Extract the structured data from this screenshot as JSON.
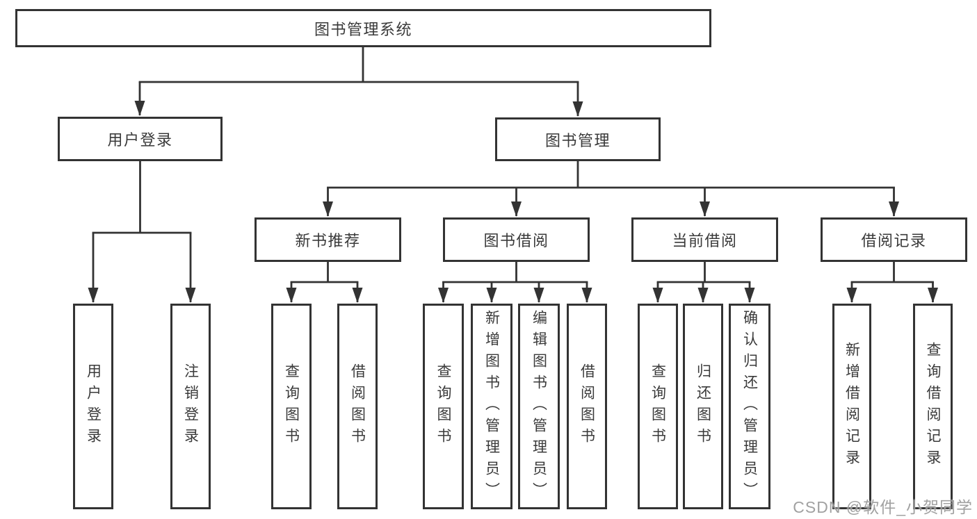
{
  "diagram_title": "图书管理系统",
  "nodes": {
    "root": {
      "label": "图书管理系统"
    },
    "user_login": {
      "label": "用户登录"
    },
    "book_mgmt": {
      "label": "图书管理"
    },
    "new_book_rec": {
      "label": "新书推荐"
    },
    "book_borrow": {
      "label": "图书借阅"
    },
    "current_borrow": {
      "label": "当前借阅"
    },
    "borrow_record": {
      "label": "借阅记录"
    },
    "ul_login": {
      "label": "用户登录"
    },
    "ul_logout": {
      "label": "注销登录"
    },
    "nb_query": {
      "label": "查询图书"
    },
    "nb_borrow": {
      "label": "借阅图书"
    },
    "bb_query": {
      "label": "查询图书"
    },
    "bb_add": {
      "label": "新增图书（管理员）"
    },
    "bb_edit": {
      "label": "编辑图书（管理员）"
    },
    "bb_borrow": {
      "label": "借阅图书"
    },
    "cb_query": {
      "label": "查询图书"
    },
    "cb_return": {
      "label": "归还图书"
    },
    "cb_confirm": {
      "label": "确认归还（管理员）"
    },
    "br_add": {
      "label": "新增借阅记录"
    },
    "br_query": {
      "label": "查询借阅记录"
    }
  },
  "tree": {
    "id": "root",
    "children": [
      {
        "id": "user_login",
        "children": [
          {
            "id": "ul_login"
          },
          {
            "id": "ul_logout"
          }
        ]
      },
      {
        "id": "book_mgmt",
        "children": [
          {
            "id": "new_book_rec",
            "children": [
              {
                "id": "nb_query"
              },
              {
                "id": "nb_borrow"
              }
            ]
          },
          {
            "id": "book_borrow",
            "children": [
              {
                "id": "bb_query"
              },
              {
                "id": "bb_add"
              },
              {
                "id": "bb_edit"
              },
              {
                "id": "bb_borrow"
              }
            ]
          },
          {
            "id": "current_borrow",
            "children": [
              {
                "id": "cb_query"
              },
              {
                "id": "cb_return"
              },
              {
                "id": "cb_confirm"
              }
            ]
          },
          {
            "id": "borrow_record",
            "children": [
              {
                "id": "br_add"
              },
              {
                "id": "br_query"
              }
            ]
          }
        ]
      }
    ]
  },
  "watermark": {
    "text": "CSDN @软件_小贺同学"
  },
  "colors": {
    "line": "#333333",
    "box_border": "#333333",
    "text": "#3a3a3a",
    "watermark": "#949494",
    "background": "#ffffff"
  }
}
